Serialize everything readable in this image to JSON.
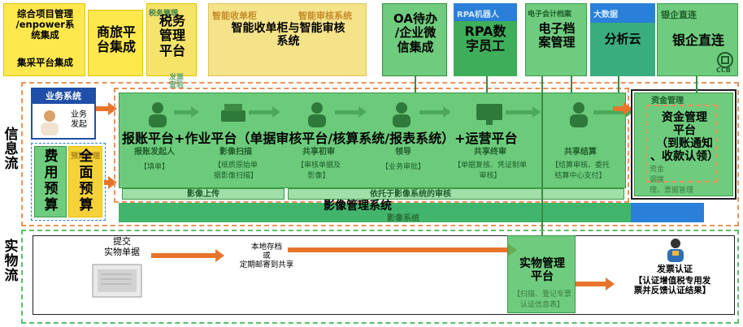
{
  "side_labels": {
    "info_flow": "信\n息\n流",
    "physical_flow": "实\n物\n流"
  },
  "top_systems": [
    {
      "id": "integrated",
      "title": "综合项目管理\n/enpower系\n统集成",
      "sub": "集采平台集成"
    },
    {
      "id": "travel",
      "title": "商旅平\n台集成"
    },
    {
      "id": "tax",
      "title": "税务\n管理\n平台",
      "faint": "税务管理"
    },
    {
      "id": "smart",
      "title": "智能收单柜与智能审核\n系统",
      "faint_left": "智能收单柜",
      "faint_right": "智能审核系统"
    },
    {
      "id": "oa",
      "title": "OA待办\n/企业微\n信集成"
    },
    {
      "id": "rpa",
      "title": "RPA数\n字员工",
      "faint": "RPA机器人"
    },
    {
      "id": "archive",
      "title": "电子档\n案管理",
      "faint": "电子会计档案"
    },
    {
      "id": "bigdata",
      "title": "分析云",
      "faint": "大数据"
    },
    {
      "id": "bank",
      "title": "银企直连",
      "faint": "银企直连",
      "logo": "CCB"
    }
  ],
  "info_flow": {
    "business_system": "业务系统",
    "business_initiate": "业务\n发起",
    "budget": "费\n用\n预\n算",
    "budget_full": "全\n面\n预\n算",
    "budget_faint": "预算管理",
    "faint_label_above": "发票\n查验",
    "main_flow": "报账平台+作业平台（单据审核平台/核算系统/报表系统）+运营平台",
    "steps": [
      {
        "title": "报账发起人",
        "sub": "【填单】"
      },
      {
        "title": "影像扫描",
        "sub": "【纸质原始单\n据影像扫描】"
      },
      {
        "title": "共享初审",
        "sub": "【审核单据及\n影像】"
      },
      {
        "title": "领导",
        "sub": "【业务审批】"
      },
      {
        "title": "共享终审",
        "sub": "【单据复核、凭证制单\n审核】"
      },
      {
        "title": "共享结算",
        "sub": "【结算审核、委托\n结算中心支付】"
      }
    ],
    "image_upload": "影像上传",
    "image_review": "依托于影像系统的审核",
    "image_system": "影像管理系统",
    "image_system_faint": "影像系统",
    "fund_title_faint": "资金管理",
    "fund_platform": "资金管理\n平台\n（到账通知\n、收款认领）",
    "fund_faint_sub": "资金\n调拨\n理、票据管理"
  },
  "physical_flow": {
    "submit": "提交\n实物单据",
    "local_archive": "本地存档\n或\n定期邮寄到共享",
    "platform": "实物管理\n平台",
    "platform_faint": "【扫描、登记专票\n认证信息表】",
    "invoice_title": "发票认证",
    "invoice_sub": "【认证增值税专用发\n票并反馈认证结果】"
  },
  "colors": {
    "yellow": "#ffe84d",
    "green": "#46be5a",
    "blue": "#2a7fd8",
    "cyan": "#28b7c8",
    "orange": "#e8742c"
  }
}
